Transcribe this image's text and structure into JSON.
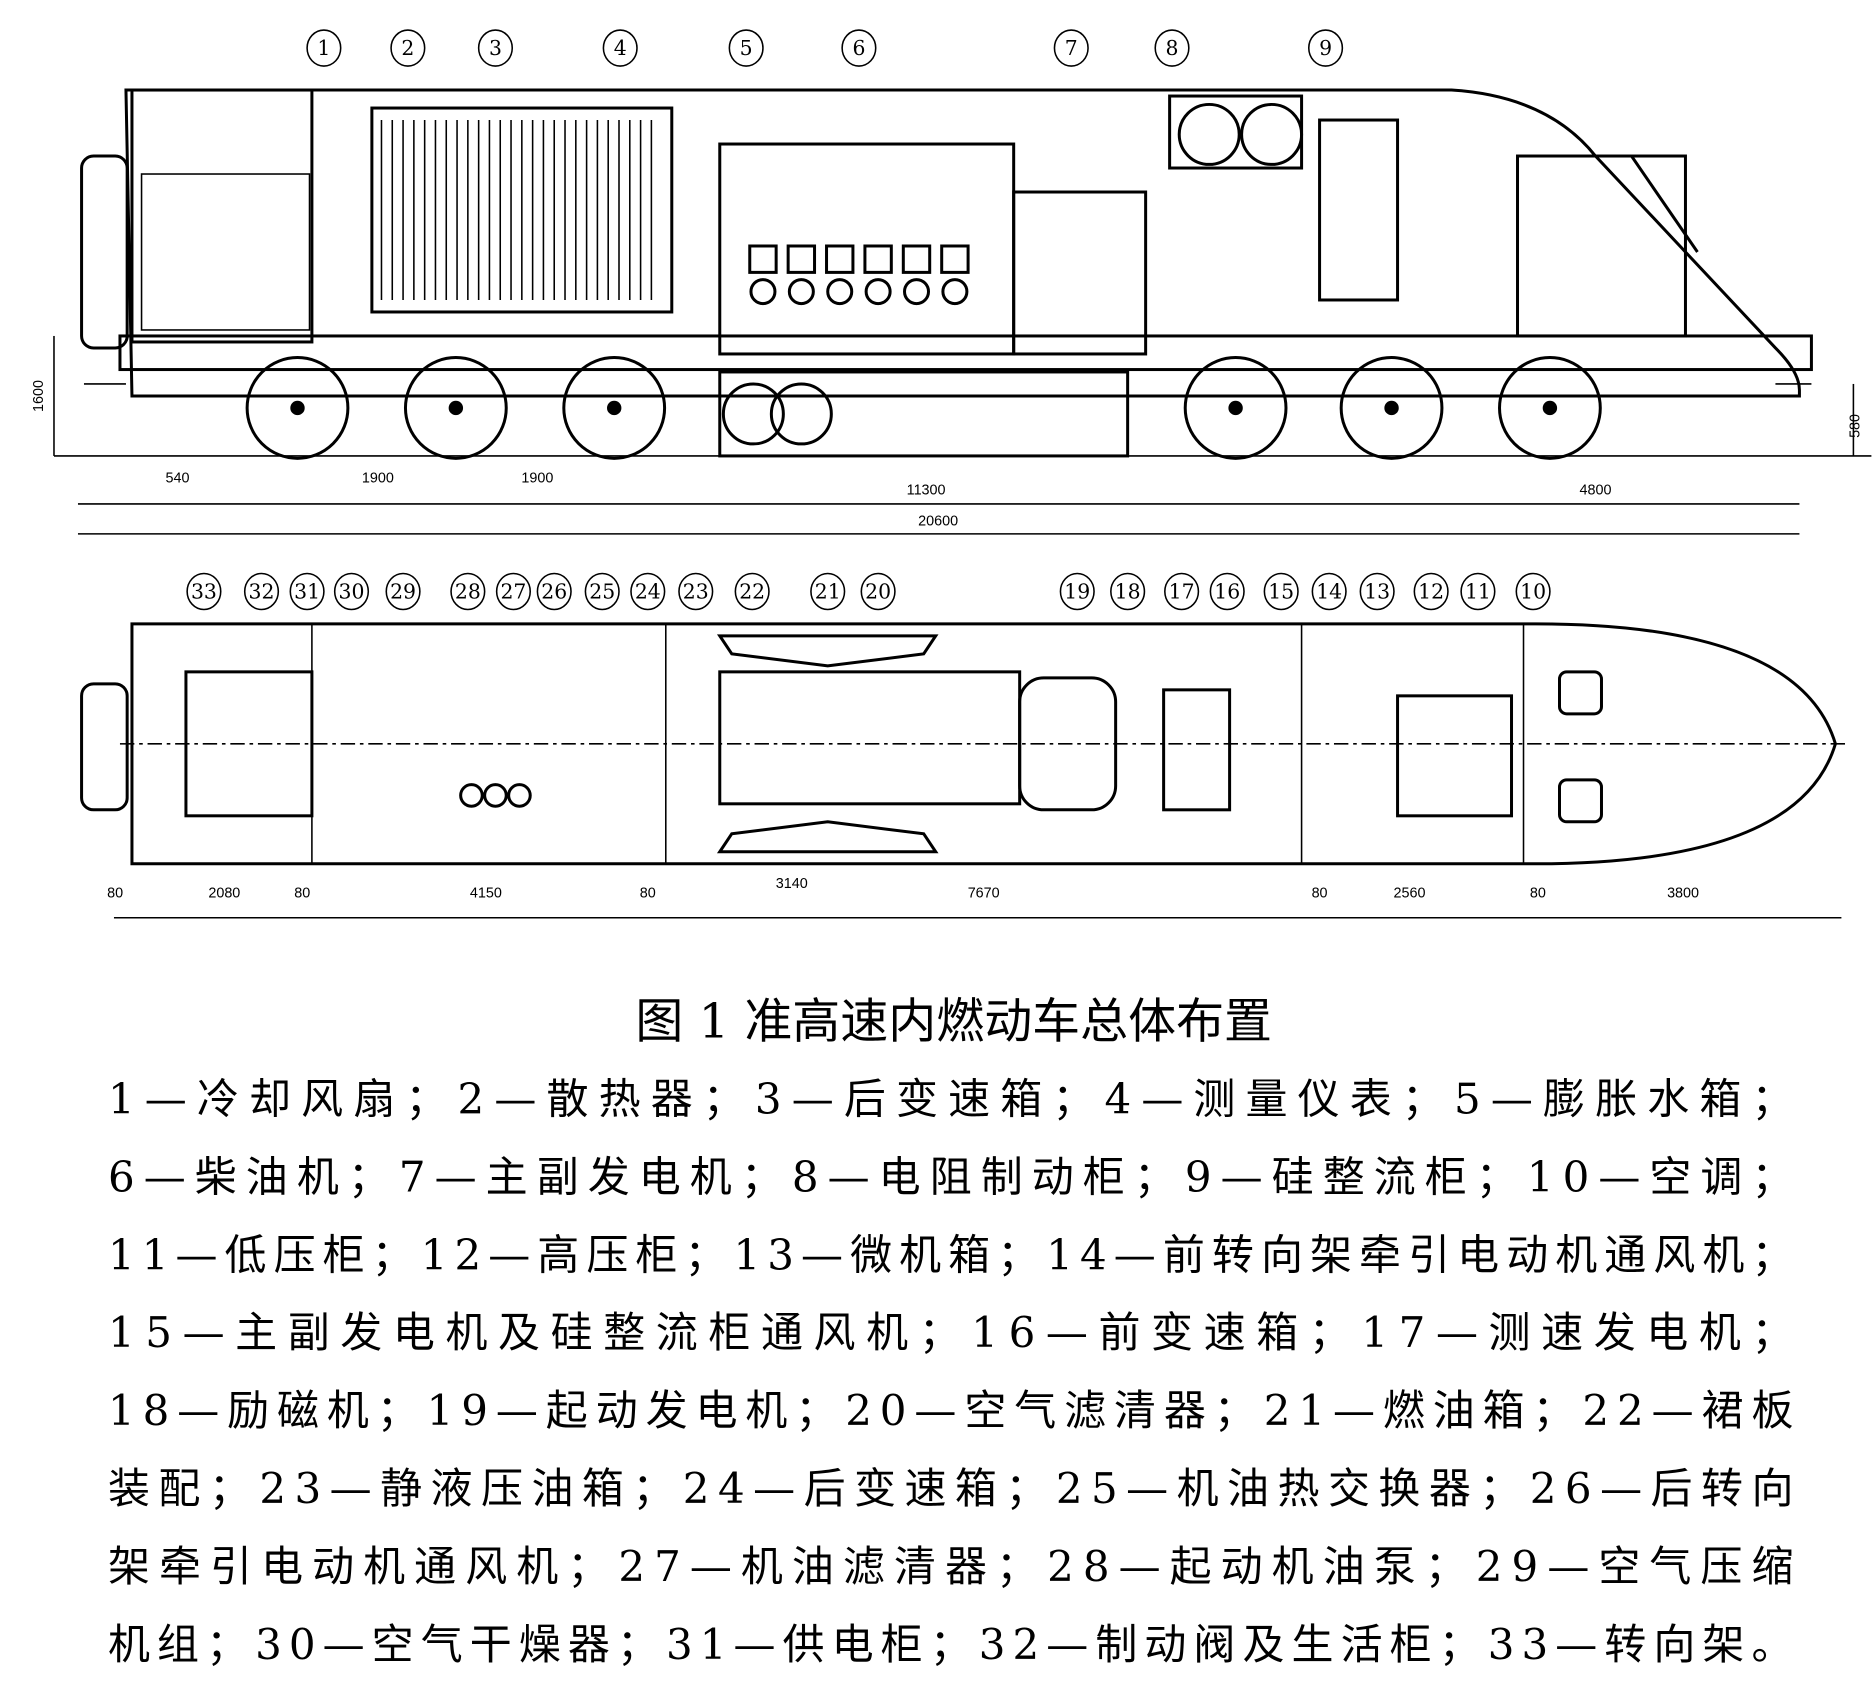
{
  "figure": {
    "title": "图 1   准高速内燃动车总体布置",
    "legend_lines": [
      "1—冷却风扇；2—散热器；3—后变速箱；4—测量仪表；5—膨胀水箱；",
      "6—柴油机；7—主副发电机；8—电阻制动柜；9—硅整流柜；10—空调；",
      "11—低压柜；12—高压柜；13—微机箱；14—前转向架牵引电动机通风机；",
      "15—主副发电机及硅整流柜通风机；16—前变速箱；17—测速发电机；",
      "18—励磁机；19—起动发电机；20—空气滤清器；21—燃油箱；22—裙板",
      "装配；23—静液压油箱；24—后变速箱；25—机油热交换器；26—后转向",
      "架牵引电动机通风机；27—机油滤清器；28—起动机油泵；29—空气压缩",
      "机组；30—空气干燥器；31—供电柜；32—制动阀及生活柜；33—转向架。"
    ]
  },
  "side_view": {
    "callouts": [
      "1",
      "2",
      "3",
      "4",
      "5",
      "6",
      "7",
      "8",
      "9"
    ],
    "dimensions_bottom": [
      "540",
      "1900",
      "1900",
      "11300",
      "4800"
    ],
    "overall_length": "20600",
    "height_left": "1600",
    "height_right": "580"
  },
  "plan_view": {
    "callouts": [
      "33",
      "32",
      "31",
      "30",
      "29",
      "28",
      "27",
      "26",
      "25",
      "24",
      "23",
      "22",
      "21",
      "20",
      "19",
      "18",
      "17",
      "16",
      "15",
      "14",
      "13",
      "12",
      "11",
      "10"
    ],
    "dimensions": [
      "80",
      "2080",
      "80",
      "4150",
      "80",
      "3140",
      "7670",
      "80",
      "2560",
      "80",
      "3800"
    ]
  }
}
